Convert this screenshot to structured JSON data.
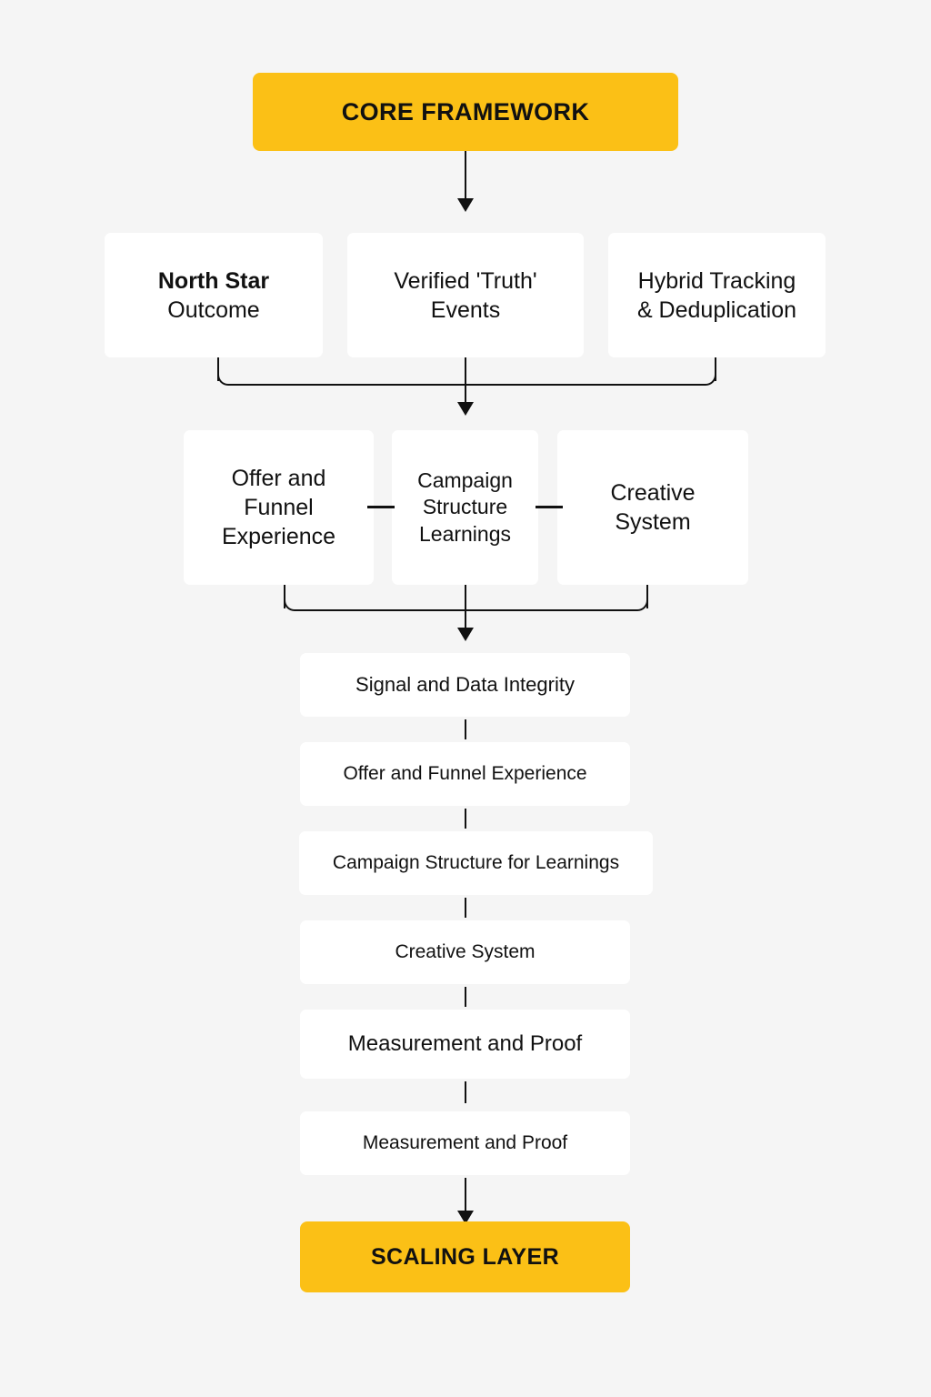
{
  "diagram": {
    "title_banner": {
      "label": "CORE FRAMEWORK"
    },
    "footer_banner": {
      "label": "SCALING LAYER"
    },
    "row_pillars": [
      {
        "line1": "North Star",
        "line2": "Outcome",
        "line1_bold": true
      },
      {
        "line1": "Verified 'Truth'",
        "line2": "Events",
        "line1_bold": false
      },
      {
        "line1": "Hybrid Tracking",
        "line2": "& Deduplication",
        "line1_bold": false
      }
    ],
    "row_levers": [
      {
        "line1": "Offer and",
        "line2": "Funnel",
        "line3": "Experience"
      },
      {
        "line1": "Campaign",
        "line2": "Structure",
        "line3": "Learnings"
      },
      {
        "line1": "Creative",
        "line2": "System",
        "line3": ""
      }
    ],
    "stack": [
      {
        "label": "Signal and Data Integrity"
      },
      {
        "label": "Offer and Funnel Experience"
      },
      {
        "label": "Campaign Structure for Learnings"
      },
      {
        "label": "Creative System"
      },
      {
        "label": "Measurement and Proof"
      },
      {
        "label": "Measurement and Proof"
      }
    ],
    "colors": {
      "accent": "#fbc016",
      "background": "#f5f5f5",
      "node": "#ffffff",
      "stroke": "#111111"
    }
  }
}
